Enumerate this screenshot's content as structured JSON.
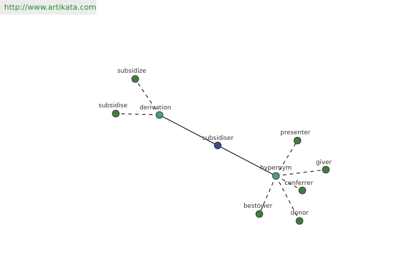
{
  "watermark": "http://www.artikata.com",
  "colors": {
    "center_node": "#3a4a8c",
    "relation_node": "#4a9a92",
    "leaf_node": "#3f7f3f",
    "edge": "#000000",
    "text": "#333333",
    "watermark_text": "#2d8f2d"
  },
  "graph": {
    "center": {
      "id": "subsidiser",
      "label": "subsidiser"
    },
    "relations": [
      {
        "id": "derivation",
        "label": "derivation",
        "leaves": [
          {
            "id": "subsidize",
            "label": "subsidize"
          },
          {
            "id": "subsidise",
            "label": "subsidise"
          }
        ]
      },
      {
        "id": "hypernym",
        "label": "hypernym",
        "leaves": [
          {
            "id": "presenter",
            "label": "presenter"
          },
          {
            "id": "giver",
            "label": "giver"
          },
          {
            "id": "conferrer",
            "label": "conferrer"
          },
          {
            "id": "donor",
            "label": "donor"
          },
          {
            "id": "bestower",
            "label": "bestower"
          }
        ]
      }
    ]
  }
}
